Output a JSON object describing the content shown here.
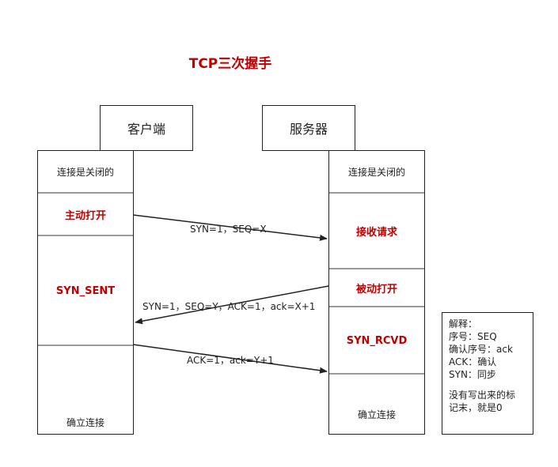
{
  "title": "TCP三次握手",
  "client": {
    "header": "客户端",
    "states": [
      "连接是关闭的",
      "主动打开",
      "SYN_SENT",
      "确立连接"
    ]
  },
  "server": {
    "header": "服务器",
    "states": [
      "连接是关闭的",
      "接收请求",
      "被动打开",
      "SYN_RCVD",
      "确立连接"
    ]
  },
  "messages": [
    {
      "label": "SYN=1，SEQ=X",
      "direction": "client-to-server"
    },
    {
      "label": "SYN=1，SEQ=Y，ACK=1，ack=X+1",
      "direction": "server-to-client"
    },
    {
      "label": "ACK=1，ack=Y+1",
      "direction": "client-to-server"
    }
  ],
  "legend": {
    "lines": [
      "解释：",
      "序号：SEQ",
      "确认序号：ack",
      "ACK：确认",
      "SYN：同步"
    ],
    "note_lines": [
      "没有写出来的标",
      "记末，就是0"
    ]
  },
  "colors": {
    "accent": "#c00000",
    "separator": "#9a9a9a",
    "line": "#222222"
  }
}
